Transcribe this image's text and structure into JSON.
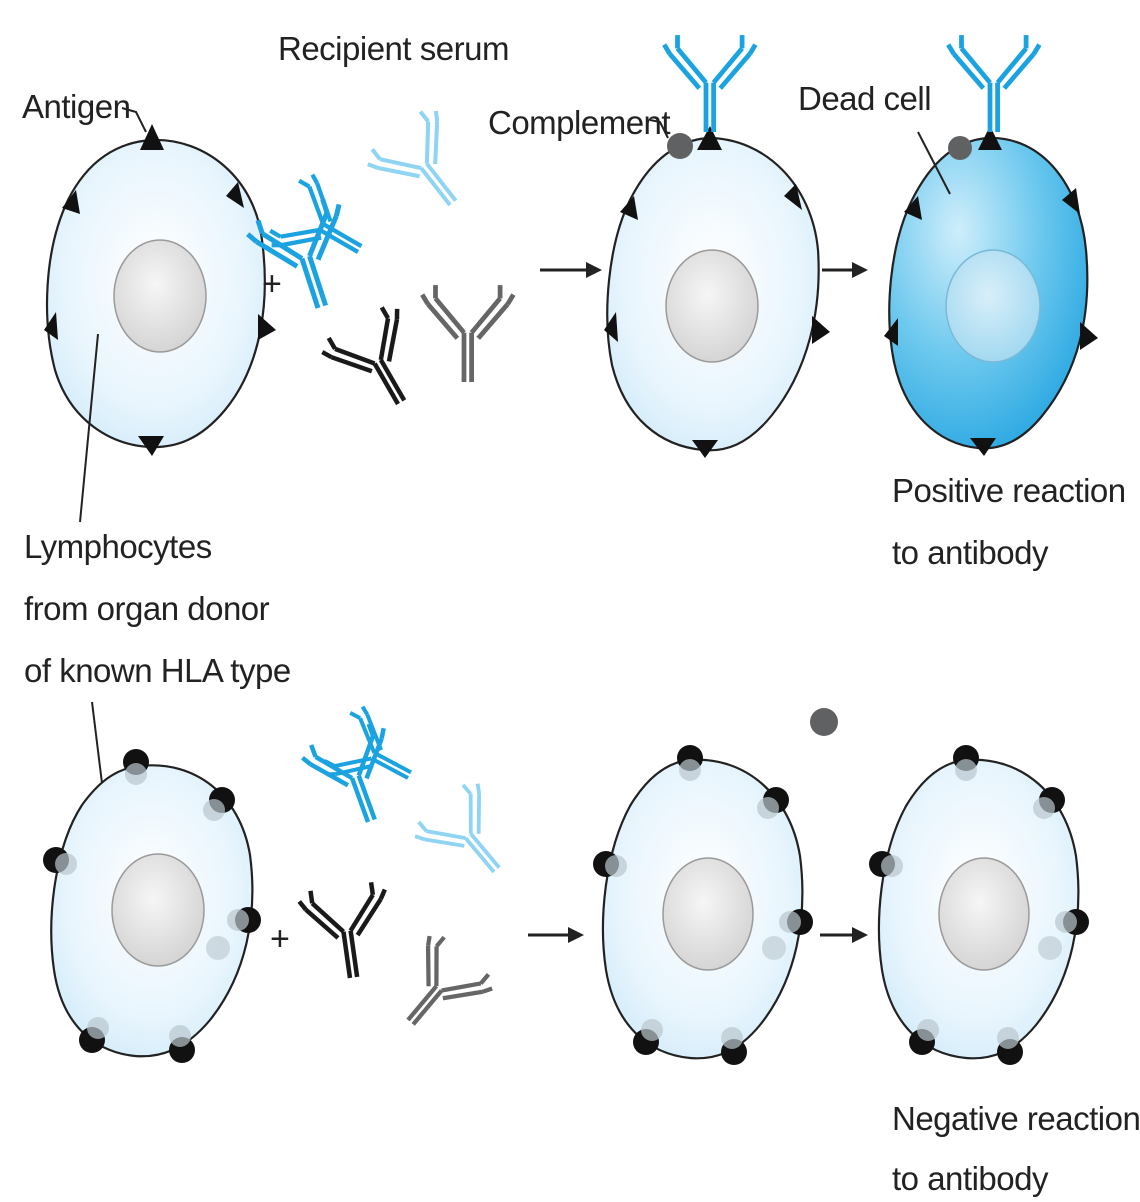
{
  "labels": {
    "antigen": "Antigen",
    "recipient_serum": "Recipient serum",
    "complement": "Complement",
    "dead_cell": "Dead cell",
    "positive_line1": "Positive reaction",
    "positive_line2": "to antibody",
    "lymph_line1": "Lymphocytes",
    "lymph_line2": "from organ donor",
    "lymph_line3": "of known HLA type",
    "negative_line1": "Negative reaction",
    "negative_line2": "to antibody",
    "plus": "+",
    "arrow": "→"
  },
  "colors": {
    "cell_fill": "#e4f3fc",
    "dead_cell_fill": "#62c4ec",
    "nucleus_fill": "#e6e6e6",
    "antibody_blue": "#1aa3e0",
    "antibody_light_blue": "#8fd4f2",
    "antibody_black": "#1a1a1a",
    "antibody_gray": "#666666",
    "complement": "#5f6163",
    "antigen": "#111111"
  }
}
